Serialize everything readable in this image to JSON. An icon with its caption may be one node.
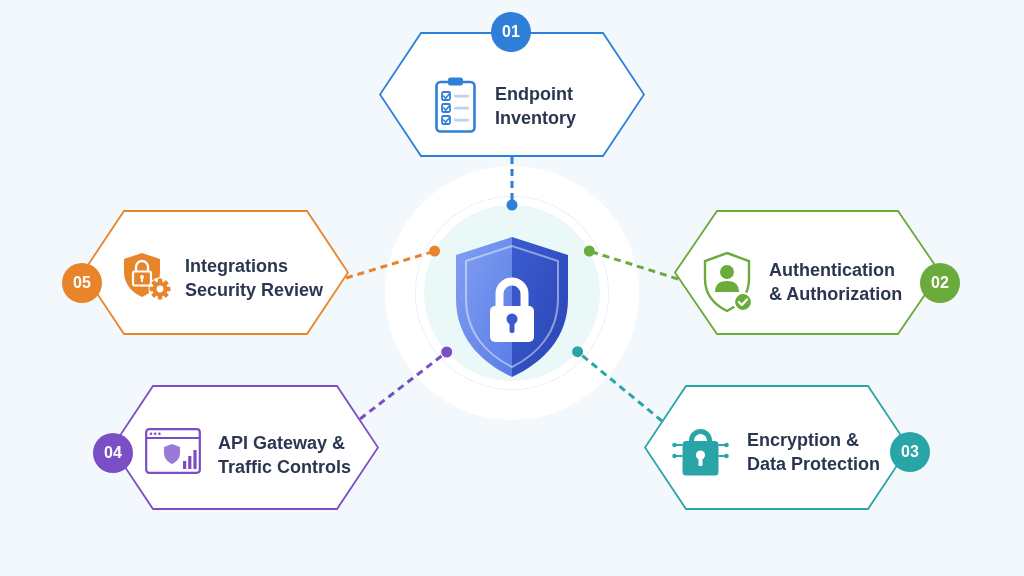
{
  "diagram": {
    "nodes": [
      {
        "text": [
          "01",
          "Endpoint Inventory"
        ]
      },
      {
        "text": [
          "05",
          "Integrations Security Review"
        ]
      },
      {
        "text": [],
        "shape": "circle"
      },
      {
        "text": [
          "Authentication & Authorization",
          "02"
        ]
      },
      {
        "text": [
          "04",
          "API Gateway & Traffic Controls"
        ]
      },
      {
        "text": [
          "Encryption & Data Protection",
          "03"
        ]
      }
    ],
    "edges": [
      {
        "from": 0,
        "to": 2,
        "arrow": "other",
        "style": "dashed",
        "color": "#2f7fd8"
      },
      {
        "from": 3,
        "to": 2,
        "arrow": "other",
        "style": "dashed",
        "color": "#6aab3b"
      },
      {
        "from": 5,
        "to": 2,
        "arrow": "other",
        "style": "dashed",
        "color": "#2aa5a7"
      },
      {
        "from": 4,
        "to": 2,
        "arrow": "other",
        "style": "dashed",
        "color": "#7a4ec4"
      },
      {
        "from": 1,
        "to": 2,
        "arrow": "other",
        "style": "dashed",
        "color": "#e8852a"
      }
    ]
  }
}
